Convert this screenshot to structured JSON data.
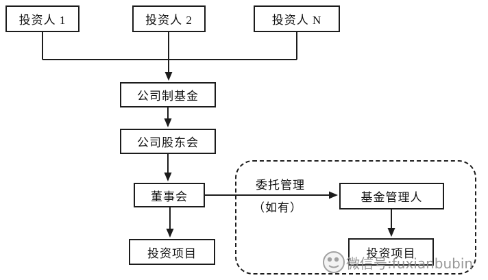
{
  "diagram": {
    "nodes": {
      "investor1": "投资人 1",
      "investor2": "投资人 2",
      "investorN": "投资人 N",
      "corporate_fund": "公司制基金",
      "shareholders": "公司股东会",
      "board": "董事会",
      "investment_left": "投资项目",
      "fund_manager": "基金管理人",
      "investment_right": "投资项目"
    },
    "edge_labels": {
      "entrusted_line1": "委托管理",
      "entrusted_line2": "（如有）"
    },
    "watermark": {
      "text": "微信号:fuxianbubin",
      "icon": "wechat-logo-icon"
    },
    "colors": {
      "line": "#1c1c1c",
      "box_border": "#1c1c1c",
      "text": "#111111",
      "watermark_gray": "#8f8f8f",
      "background": "#ffffff"
    }
  }
}
